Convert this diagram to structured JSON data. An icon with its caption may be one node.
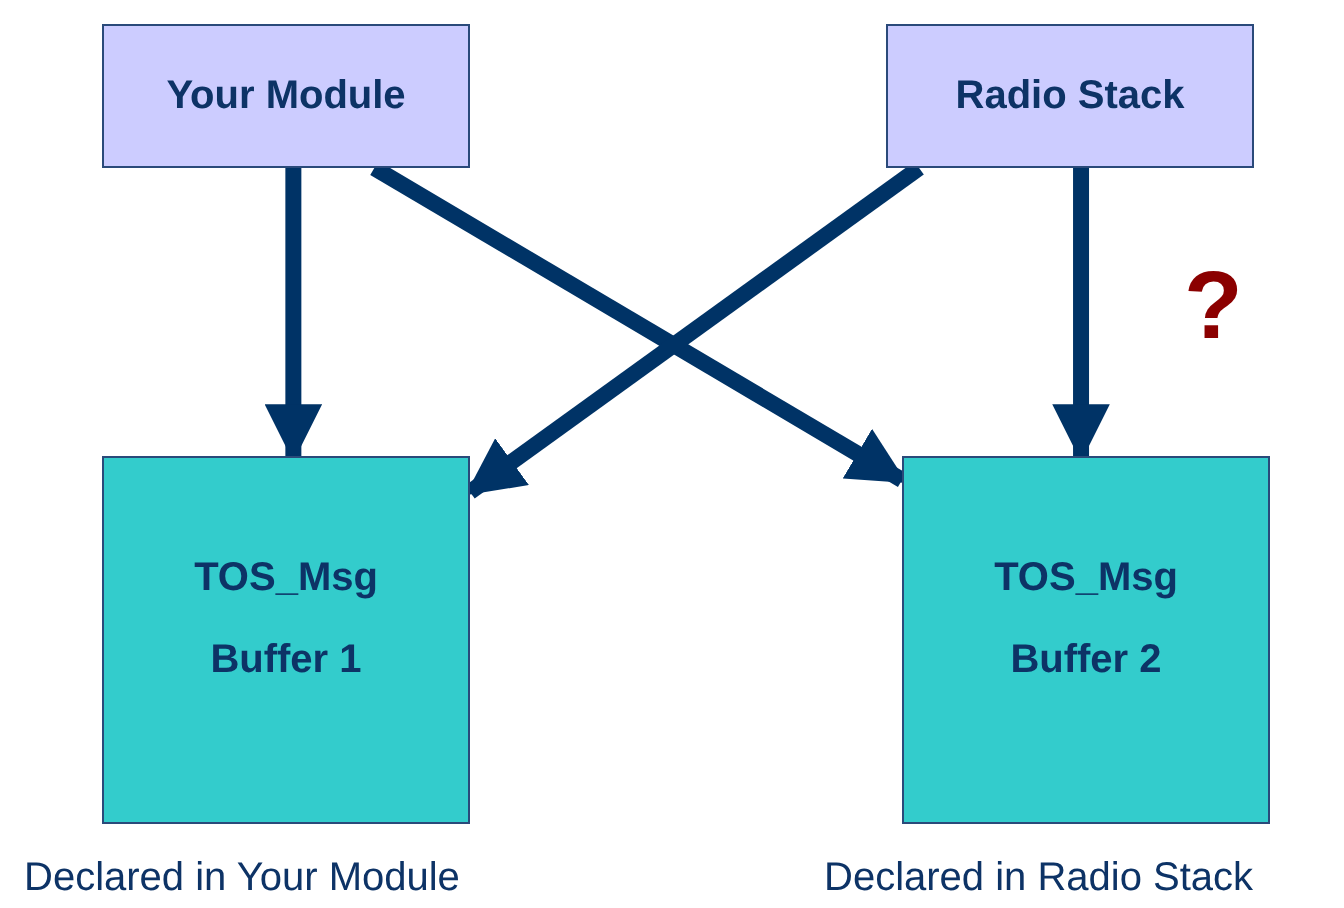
{
  "diagram": {
    "nodes": [
      {
        "text": [
          "Your Module"
        ]
      },
      {
        "text": [
          "Radio Stack"
        ]
      },
      {
        "text": [
          "TOS_Msg",
          "Buffer 1"
        ],
        "beside": [
          "Declared in Your Module"
        ]
      },
      {
        "text": [
          "TOS_Msg",
          "Buffer 2"
        ],
        "beside": [
          "Declared in Radio Stack"
        ]
      }
    ],
    "edges": [
      {
        "from": 0,
        "to": 2,
        "arrow": "to"
      },
      {
        "from": 0,
        "to": 3,
        "arrow": "to"
      },
      {
        "from": 1,
        "to": 2,
        "arrow": "to"
      },
      {
        "from": 1,
        "to": 3,
        "arrow": "to"
      }
    ],
    "labels": [
      "?"
    ]
  }
}
